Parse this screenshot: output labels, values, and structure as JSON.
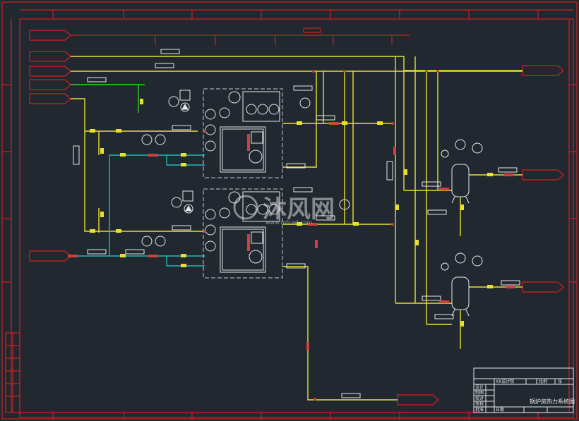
{
  "drawing": {
    "title_block": {
      "drawing_title": "锅炉房热力系统图",
      "scale_label": "比例",
      "sheet_label": "张",
      "rows": [
        "设计",
        "制图",
        "校对",
        "审核",
        "批准",
        "日期"
      ],
      "header_text": "XX设计院"
    },
    "watermark": {
      "text": "沐风网",
      "url": "www.mfcad.com"
    },
    "colors": {
      "background": "#212830",
      "frame": "#d02020",
      "steam_pipe": "#e8e030",
      "water_pipe": "#20b8b8",
      "gas_pipe": "#30d030"
    }
  }
}
